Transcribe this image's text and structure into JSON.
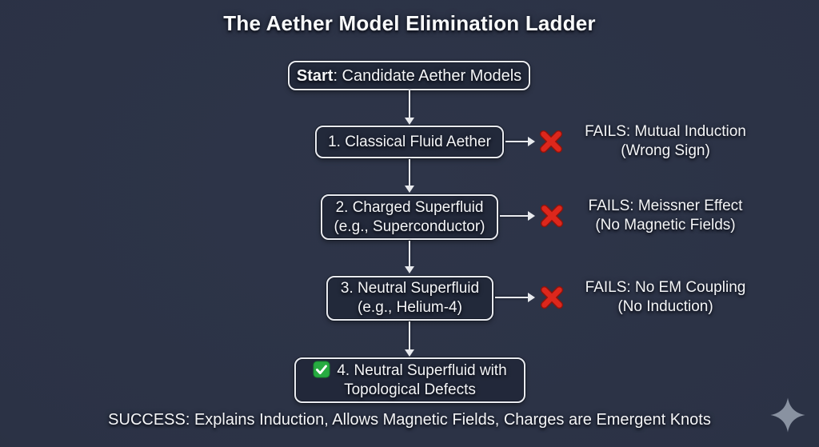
{
  "title": "The Aether Model Elimination Ladder",
  "start": {
    "bold": "Start",
    "rest": ": Candidate Aether Models"
  },
  "steps": [
    {
      "line1": "1. Classical Fluid Aether",
      "line2": "",
      "fail_line1": "FAILS: Mutual Induction",
      "fail_line2": "(Wrong Sign)"
    },
    {
      "line1": "2. Charged Superfluid",
      "line2": "(e.g., Superconductor)",
      "fail_line1": "FAILS: Meissner Effect",
      "fail_line2": "(No Magnetic Fields)"
    },
    {
      "line1": "3. Neutral Superfluid",
      "line2": "(e.g., Helium-4)",
      "fail_line1": "FAILS: No EM Coupling",
      "fail_line2": "(No Induction)"
    },
    {
      "line1": "4. Neutral Superfluid with",
      "line2": "Topological Defects"
    }
  ],
  "footer": "SUCCESS: Explains Induction, Allows Magnetic Fields, Charges are Emergent Knots",
  "icons": {
    "cross": "red-x-mark",
    "check": "green-check-mark",
    "sparkle": "four-point-star"
  },
  "colors": {
    "background": "#2b3245",
    "box_border": "#e9ebf0",
    "text": "#f4f5f7",
    "fail_red": "#dd271c",
    "success_green": "#27ab41",
    "sparkle_gray": "#9aa3b2"
  }
}
